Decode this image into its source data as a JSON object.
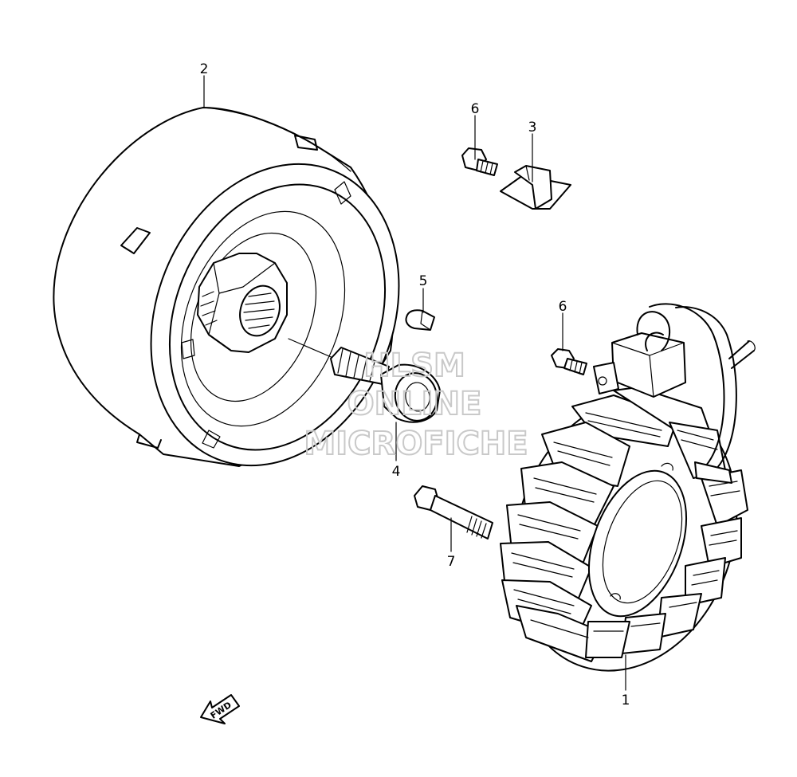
{
  "callouts": [
    "1",
    "2",
    "3",
    "4",
    "5",
    "6",
    "6",
    "7"
  ],
  "watermark": {
    "line1": "HLSM",
    "line2": "ONLINE",
    "line3": "MICROFICHE"
  },
  "direction_label": "FWD"
}
